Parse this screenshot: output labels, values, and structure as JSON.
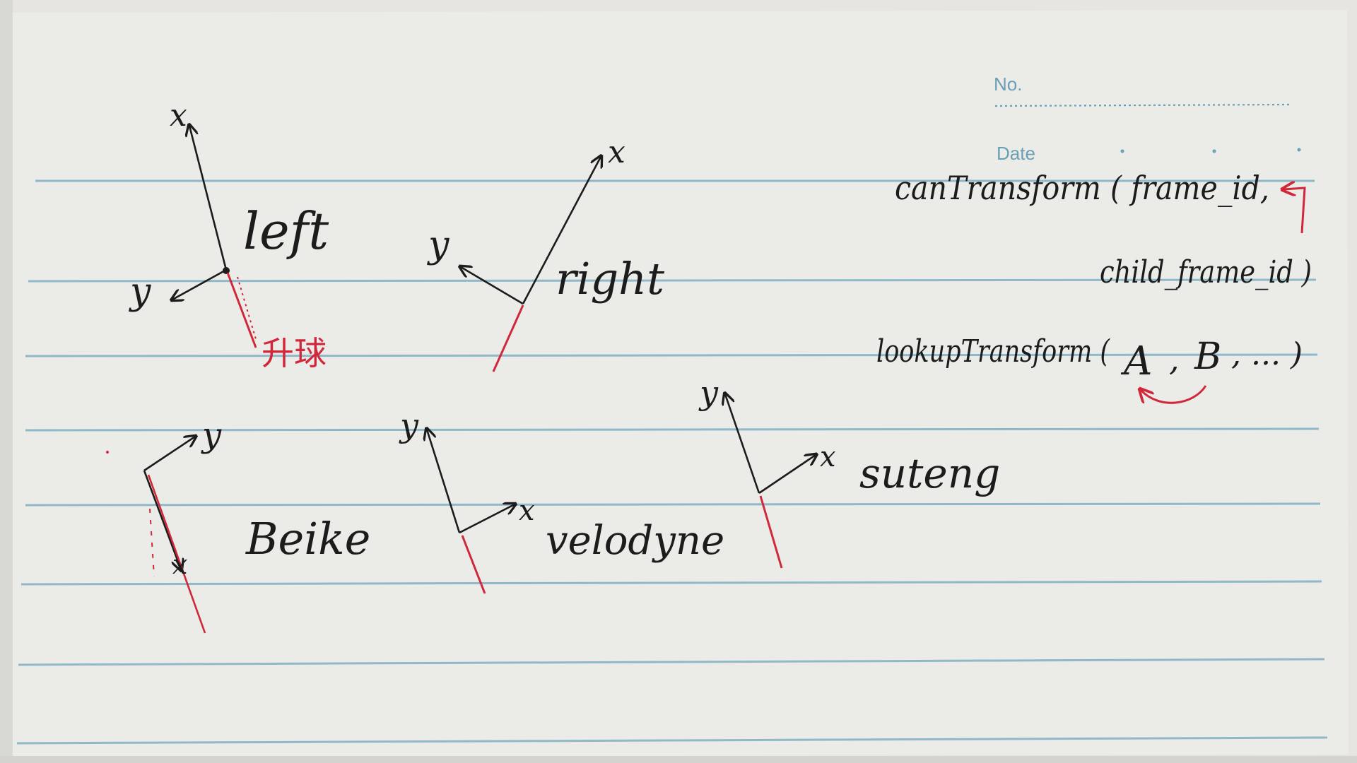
{
  "notepad": {
    "header": {
      "no_label": "No.",
      "date_label": "Date"
    },
    "colors": {
      "paper": "#ebebe7",
      "rule_line": "#8fb8c8",
      "header_text": "#6a9fb6",
      "ink_black": "#1c1c1c",
      "ink_red": "#d0283a"
    }
  },
  "sketches": {
    "left": {
      "label": "left",
      "axis_x": "x",
      "axis_y": "y",
      "red_note": "升球"
    },
    "right": {
      "label": "right",
      "axis_x": "x",
      "axis_y": "y"
    },
    "beike": {
      "label": "Beike",
      "axis_x": "x",
      "axis_y": "y"
    },
    "velodyne": {
      "label": "velodyne",
      "axis_x": "x",
      "axis_y": "y"
    },
    "suteng": {
      "label": "suteng",
      "axis_x": "x",
      "axis_y": "y"
    }
  },
  "code_notes": {
    "line1": "canTransform ( frame_id,",
    "line2": "child_frame_id )",
    "line3_prefix": "lookupTransform (",
    "line3_arg_a": "A",
    "line3_comma": ",",
    "line3_arg_b": "B",
    "line3_suffix": ", ... )"
  }
}
